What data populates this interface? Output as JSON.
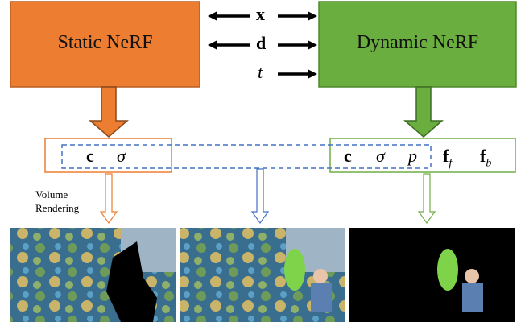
{
  "static_box": {
    "label": "Static NeRF",
    "fill": "#ED7D31",
    "stroke": "#B85F22"
  },
  "dynamic_box": {
    "label": "Dynamic NeRF",
    "fill": "#6AAE3F",
    "stroke": "#4E8A2C"
  },
  "inputs": {
    "x": "x",
    "d": "d",
    "t": "t"
  },
  "static_outputs": {
    "c": "c",
    "sigma": "σ"
  },
  "dynamic_outputs": {
    "c": "c",
    "sigma": "σ",
    "p": "p",
    "ff_base": "f",
    "ff_sub": "f",
    "fb_base": "f",
    "fb_sub": "b"
  },
  "volume_rendering_label": [
    "Volume",
    "Rendering"
  ],
  "colors": {
    "orange": "#ED7D31",
    "green": "#70AD47",
    "blue": "#4472C4",
    "dashed_blue": "#4472C4"
  },
  "images": [
    {
      "name": "static-render",
      "description_icon": "static-scene-image"
    },
    {
      "name": "full-render",
      "description_icon": "full-scene-image"
    },
    {
      "name": "dynamic-render",
      "description_icon": "dynamic-scene-image"
    }
  ]
}
